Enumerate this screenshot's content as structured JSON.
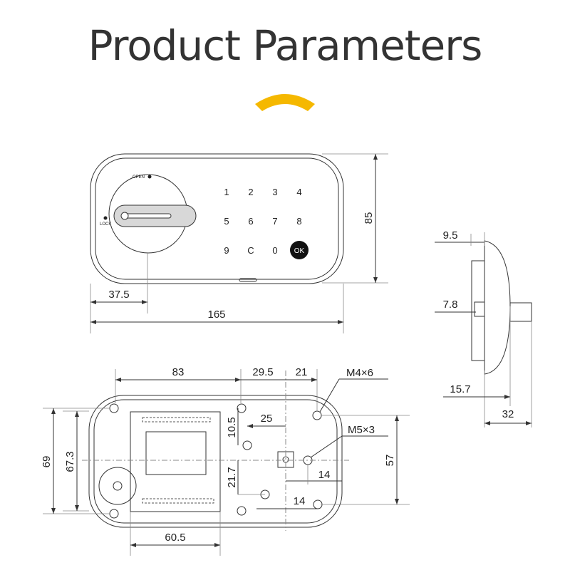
{
  "header": {
    "title": "Product Parameters",
    "accent_color": "#F5B800"
  },
  "front_view": {
    "open_label": "OPEN",
    "lock_label": "LOCK",
    "keys": [
      "1",
      "2",
      "3",
      "4",
      "5",
      "6",
      "7",
      "8",
      "9",
      "C",
      "0",
      "OK"
    ],
    "dim_height": "85",
    "dim_knob": "37.5",
    "dim_width": "165"
  },
  "side_view": {
    "dim_top": "9.5",
    "dim_mid": "7.8",
    "dim_depth": "15.7",
    "dim_total": "32"
  },
  "back_view": {
    "dim_83": "83",
    "dim_29_5": "29.5",
    "dim_21": "21",
    "screw_m4": "M4×6",
    "screw_m5": "M5×3",
    "dim_10_5": "10.5",
    "dim_25": "25",
    "dim_69": "69",
    "dim_67_3": "67.3",
    "dim_21_7": "21.7",
    "dim_14a": "14",
    "dim_14b": "14",
    "dim_57": "57",
    "dim_60_5": "60.5"
  }
}
